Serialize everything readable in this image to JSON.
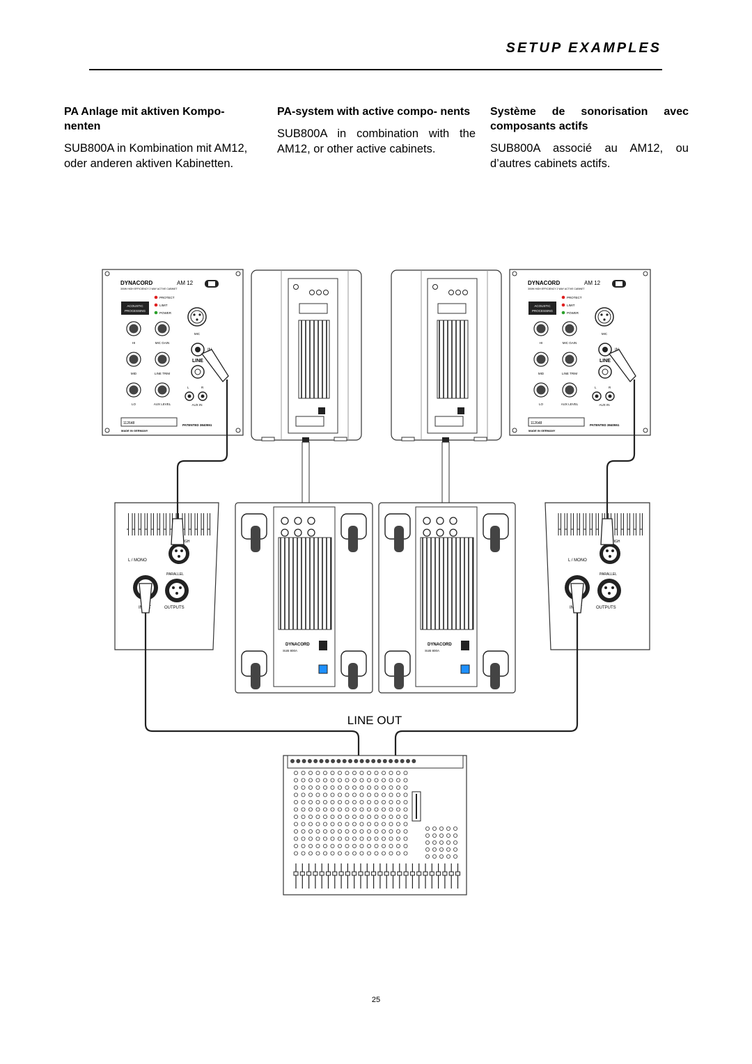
{
  "header": {
    "title": "SETUP EXAMPLES"
  },
  "columns": [
    {
      "heading": "PA Anlage mit aktiven Kompo- nenten",
      "body": "SUB800A in Kombination mit AM12, oder anderen aktiven Kabinetten."
    },
    {
      "heading": "PA-system with active compo- nents",
      "body": "SUB800A in combination with the AM12, or other active cabinets."
    },
    {
      "heading": "Système de sonorisation avec composants actifs",
      "body": "SUB800A associé au AM12, ou d’autres cabinets actifs."
    }
  ],
  "diagram": {
    "line_out_label": "LINE OUT",
    "am12": {
      "brand": "DYNACORD",
      "model": "AM 12",
      "subtitle": "300W HIGH EFFICIENCY 2 WAY ACTIVE CABINET",
      "indicators": [
        "PROTECT",
        "LIMIT",
        "POWER"
      ],
      "mode_badge_line1": "ACOUSTIC",
      "mode_badge_line2": "PROCESSING",
      "knob_labels": [
        "HI",
        "MIC GAIN",
        "MID",
        "LINE TRIM",
        "LO",
        "AUX LEVEL"
      ],
      "jack_labels": [
        "MIC",
        "IN",
        "LINE",
        "AUX IN"
      ],
      "aux_lr": [
        "L",
        "R"
      ],
      "serial": "112648",
      "patent": "PATENTED 3840551",
      "made_in": "MADE IN GERMANY"
    },
    "amp_panel": {
      "labels": [
        "L / MONO",
        "PARALLEL",
        "OUTPUTS",
        "HIGH",
        "INPUT"
      ]
    },
    "sub": {
      "brand": "DYNACORD",
      "model": "SUB 800A"
    }
  },
  "page_number": "25"
}
